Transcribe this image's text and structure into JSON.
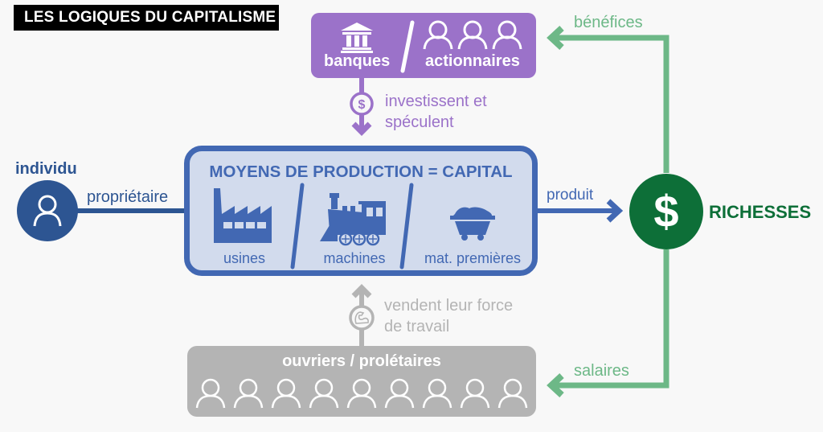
{
  "title": "LES LOGIQUES DU CAPITALISME",
  "colors": {
    "purple": "#9b72c9",
    "blue": "#4268b3",
    "navy": "#2d5592",
    "green": "#6db887",
    "dark_green": "#0d6f38",
    "gray": "#b4b4b4",
    "capital_fill": "#d2dbed"
  },
  "investors": {
    "banks_label": "banques",
    "separator": "/",
    "shareholders_label": "actionnaires",
    "banks_icon": "bank-icon",
    "shareholders_icons": [
      "person-icon",
      "person-icon",
      "person-icon"
    ]
  },
  "invest_arrow": {
    "icon": "dollar-coin-icon",
    "line1": "investissent et",
    "line2": "spéculent"
  },
  "individual": {
    "label": "individu",
    "icon": "person-icon",
    "relation_label": "propriétaire"
  },
  "capital": {
    "title": "MOYENS DE PRODUCTION = CAPITAL",
    "items": [
      {
        "label": "usines",
        "icon": "factory-icon"
      },
      {
        "label": "machines",
        "icon": "locomotive-icon"
      },
      {
        "label": "mat. premières",
        "icon": "mine-cart-icon"
      }
    ]
  },
  "produce_arrow": {
    "label": "produit"
  },
  "wealth": {
    "label": "RICHESSES",
    "icon": "dollar-icon"
  },
  "profits_arrow": {
    "label": "bénéfices"
  },
  "wages_arrow": {
    "label": "salaires"
  },
  "labour_arrow": {
    "icon": "flexed-arm-icon",
    "line1": "vendent leur force",
    "line2": "de travail"
  },
  "workers": {
    "title": "ouvriers / prolétaires",
    "person_count": 9
  }
}
